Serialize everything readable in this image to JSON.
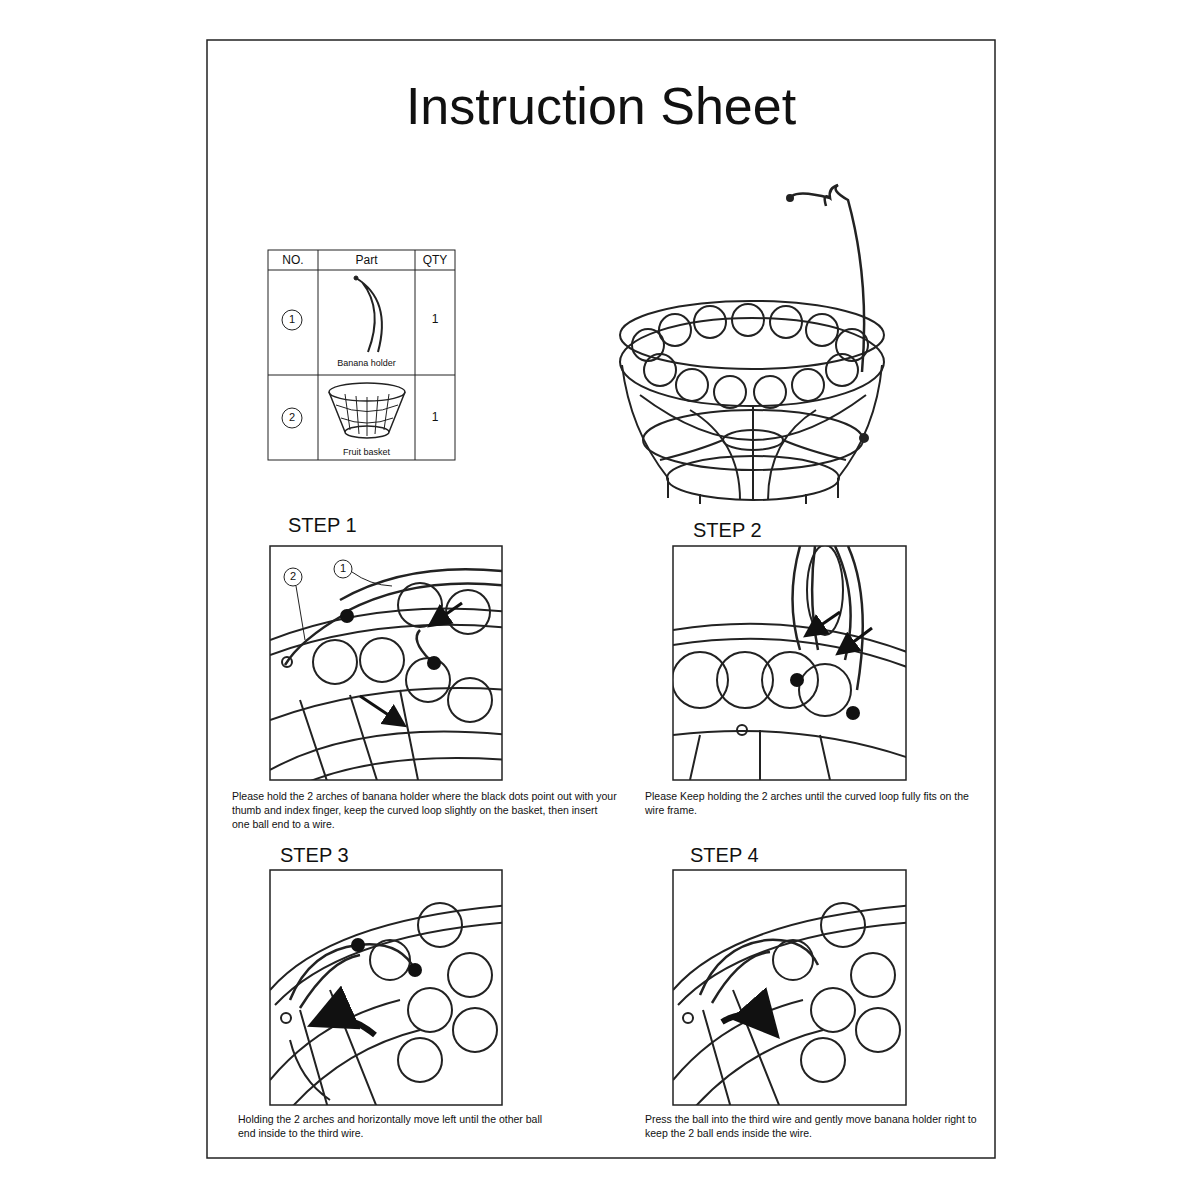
{
  "diagram": {
    "title": "Instruction Sheet",
    "labels": [
      "NO.",
      "Part",
      "QTY",
      "1",
      "Banana holder",
      "1",
      "2",
      "Fruit basket",
      "1",
      "STEP 1",
      "2",
      "1",
      "Please hold the 2 arches of banana holder where the black dots point out with your thumb and index finger, keep the curved loop slightly on the basket, then insert one ball end to a wire.",
      "STEP 2",
      "Please Keep holding the 2 arches until the curved loop fully fits on the wire frame.",
      "STEP 3",
      "Holding the 2 arches and horizontally move left until the other ball end inside to the third wire.",
      "STEP 4",
      "Press the ball into the third wire and gently move banana holder right to keep the 2 ball ends inside the wire."
    ]
  }
}
